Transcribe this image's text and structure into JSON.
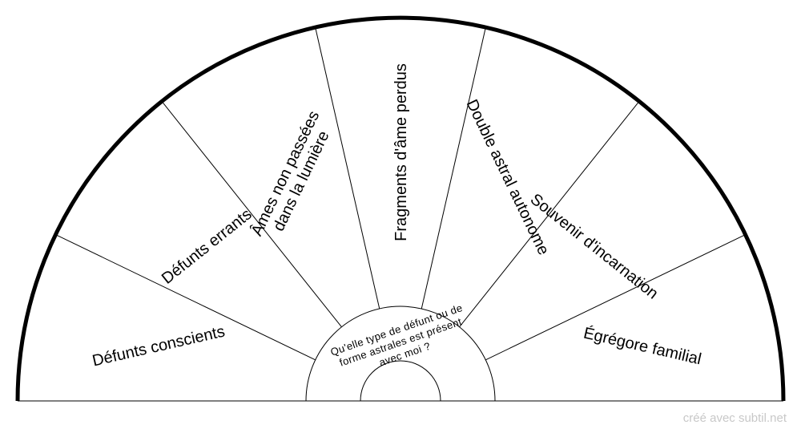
{
  "question": {
    "lines": [
      "Qu'elle type de défunt ou de",
      "forme astrales est présent",
      "avec moi ?"
    ]
  },
  "sectors": [
    {
      "lines": [
        "Défunts conscients"
      ]
    },
    {
      "lines": [
        "Défunts errants"
      ]
    },
    {
      "lines": [
        "Âmes non passées",
        "dans la lumière"
      ]
    },
    {
      "lines": [
        "Fragments d'âme perdus"
      ]
    },
    {
      "lines": [
        "Double astral autonome"
      ]
    },
    {
      "lines": [
        "Souvenir d'incarnation"
      ]
    },
    {
      "lines": [
        "Égrégore familial"
      ]
    }
  ],
  "credit": "créé avec subtil.net"
}
